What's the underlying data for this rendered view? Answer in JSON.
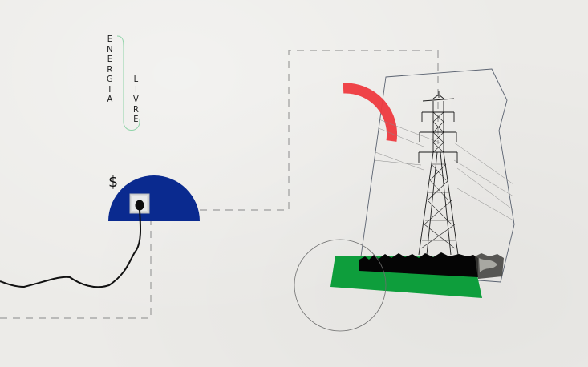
{
  "title_word_1": "ENERGIA",
  "title_word_2": "LIVRE",
  "title_letters_1": [
    "E",
    "N",
    "E",
    "R",
    "G",
    "I",
    "A"
  ],
  "title_letters_2": [
    "L",
    "I",
    "V",
    "R",
    "E"
  ],
  "currency_symbol": "$",
  "colors": {
    "background": "#ecebe8",
    "semicircle_blue": "#0a2a8f",
    "arc_red": "#ee3a3f",
    "field_green": "#0e9e3c",
    "pill_outline": "#8fd3a8",
    "dashed_line": "#9a9a9a",
    "outline_stroke": "#5a6270"
  },
  "illustration": {
    "icons": [
      "power-outlet-icon",
      "plug-icon",
      "power-cable-icon",
      "transmission-tower-icon",
      "dollar-sign-icon"
    ]
  }
}
